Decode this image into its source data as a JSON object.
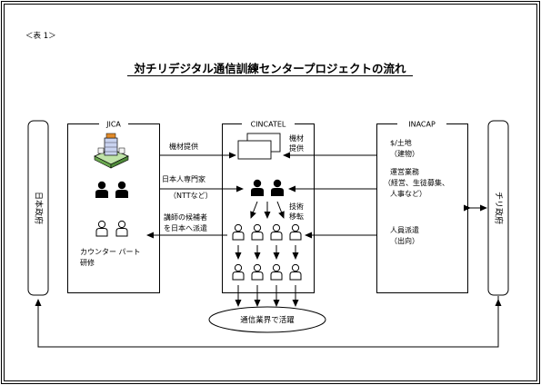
{
  "table_label": "＜表 1＞",
  "title": "対チリデジタル通信訓練センタープロジェクトの流れ",
  "left_pillar": "日本政府",
  "right_pillar": "チリ政府",
  "boxes": {
    "jica": "JICA",
    "cincatel": "CINCATEL",
    "inacap": "INACAP"
  },
  "jica_labels": {
    "counterpart_line1": "カウンター パート",
    "counterpart_line2": "研修"
  },
  "cincatel_labels": {
    "equipment_line1": "機材",
    "equipment_line2": "提供",
    "tech_line1": "技術",
    "tech_line2": "移転"
  },
  "arrow_labels": {
    "equipment_supply": "機材提供",
    "experts_line1": "日本人専門家",
    "experts_line2": "（NTTなど）",
    "trainee_line1": "講師の候補者",
    "trainee_line2": "を日本へ派遣",
    "land_line1": "$/土地",
    "land_line2": "（建物）",
    "ops_line1": "運営業務",
    "ops_line2": "（経営、生徒募集、",
    "ops_line3": "人事など）",
    "staff_line1": "人員派遣",
    "staff_line2": "（出向）"
  },
  "outcome": "通信業界で活躍"
}
